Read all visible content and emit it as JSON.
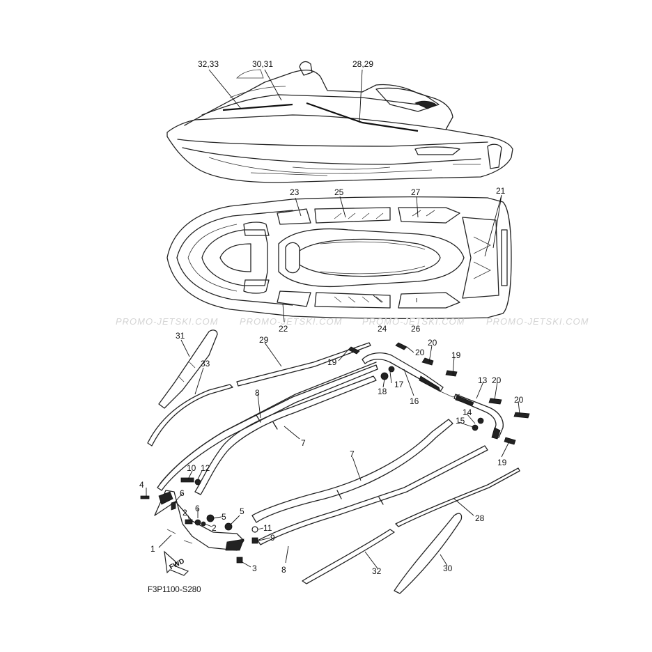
{
  "diagram_code": "F3P1100-S280",
  "fwd_label": "FWD",
  "watermark": "PROMO-JETSKI.COM",
  "callouts": {
    "c32_33": "32,33",
    "c30_31": "30,31",
    "c28_29": "28,29",
    "c23": "23",
    "c25": "25",
    "c27": "27",
    "c21": "21",
    "c22": "22",
    "c24": "24",
    "c26": "26",
    "c31": "31",
    "c29": "29",
    "c33": "33",
    "c8a": "8",
    "c7a": "7",
    "c19a": "19",
    "c20a": "20",
    "c20b": "20",
    "c19b": "19",
    "c17": "17",
    "c18": "18",
    "c16": "16",
    "c13": "13",
    "c20c": "20",
    "c20d": "20",
    "c14": "14",
    "c15": "15",
    "c19c": "19",
    "c7b": "7",
    "c10": "10",
    "c12": "12",
    "c4": "4",
    "c6a": "6",
    "c6b": "6",
    "c2a": "2",
    "c2b": "2",
    "c5a": "5",
    "c5b": "5",
    "c11": "11",
    "c9": "9",
    "c1": "1",
    "c3": "3",
    "c8b": "8",
    "c28": "28",
    "c32": "32",
    "c30": "30"
  }
}
